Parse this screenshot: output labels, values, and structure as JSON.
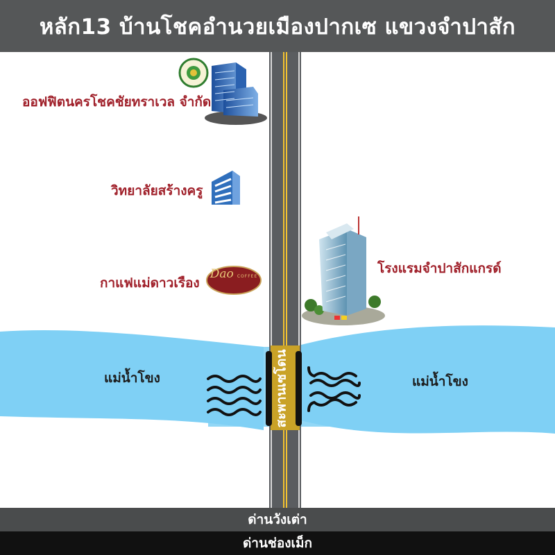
{
  "header": {
    "title": "หลัก13 บ้านโชคอำนวยเมืองปากเซ แขวงจำปาสัก"
  },
  "places": {
    "office": {
      "label": "ออฟฟิตนครโชคชัยทราเวล จำกัด"
    },
    "college": {
      "label": "วิทยาลัยสร้างครู"
    },
    "cafe": {
      "label": "กาแฟแม่ดาวเรือง",
      "logo_text": "Dao",
      "logo_subtext": "COFFEE"
    },
    "hotel": {
      "label": "โรงแรมจำปาสักแกรด์"
    }
  },
  "river": {
    "label_left": "แม่น้ำโขง",
    "label_right": "แม่น้ำโขง"
  },
  "bridge": {
    "label": "สะพานเซโดน"
  },
  "checkpoints": {
    "upper": "ด่านวังเต่า",
    "lower": "ด่านช่องเม็ก"
  },
  "colors": {
    "header_bg": "#555758",
    "river": "#7fd0f5",
    "road": "#5a5d60",
    "road_line": "#f2c230",
    "bridge": "#c9a227",
    "label_red": "#a0202a"
  },
  "icons": [
    "office-building-icon",
    "emblem-icon",
    "college-building-icon",
    "coffee-logo-icon",
    "hotel-building-icon",
    "water-waves-icon"
  ]
}
